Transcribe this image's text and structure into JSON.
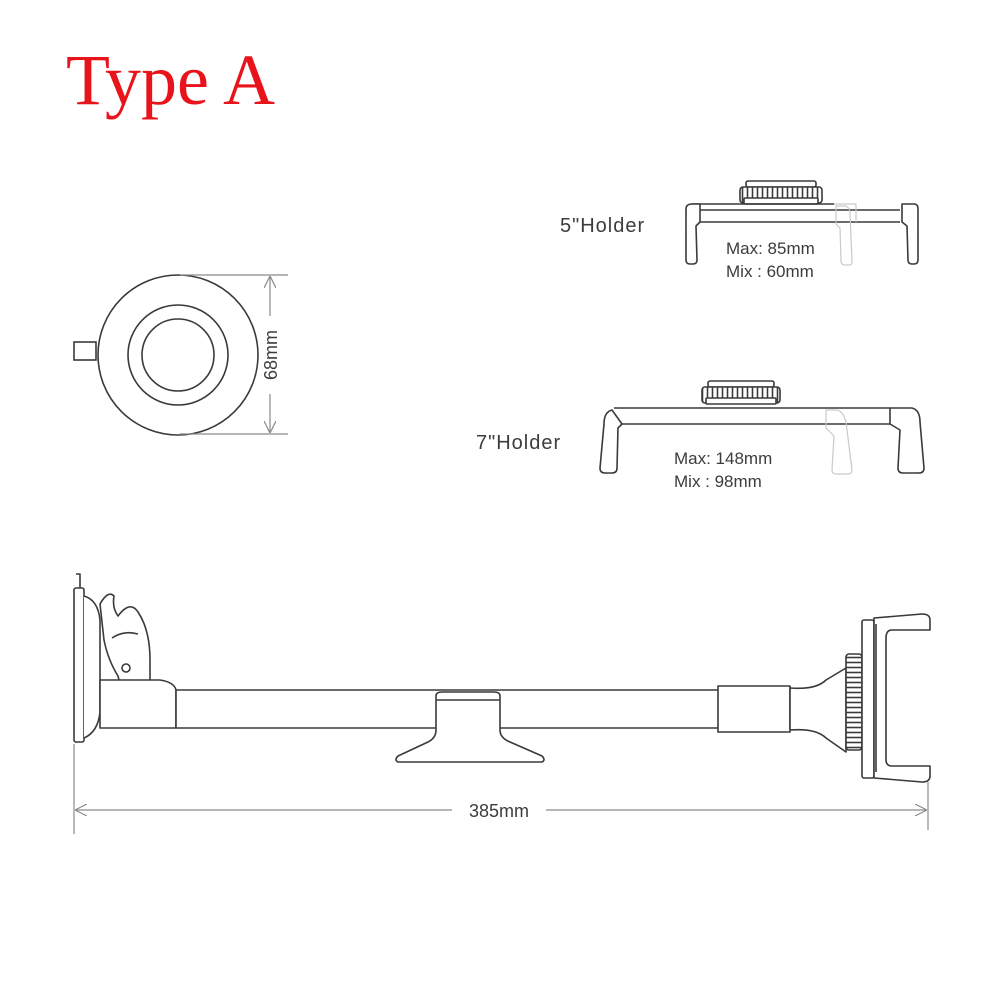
{
  "title": "Type A",
  "holder_5": {
    "label": "5\"Holder",
    "max": "Max: 85mm",
    "min": "Mix : 60mm"
  },
  "holder_7": {
    "label": "7\"Holder",
    "max": "Max: 148mm",
    "min": "Mix : 98mm"
  },
  "suction_cup": {
    "dimension": "68mm"
  },
  "overall": {
    "length": "385mm"
  },
  "colors": {
    "title": "#e8131b",
    "outline": "#3a3a3a",
    "dimension": "#8a8a8a",
    "label": "#3c3c3c"
  }
}
